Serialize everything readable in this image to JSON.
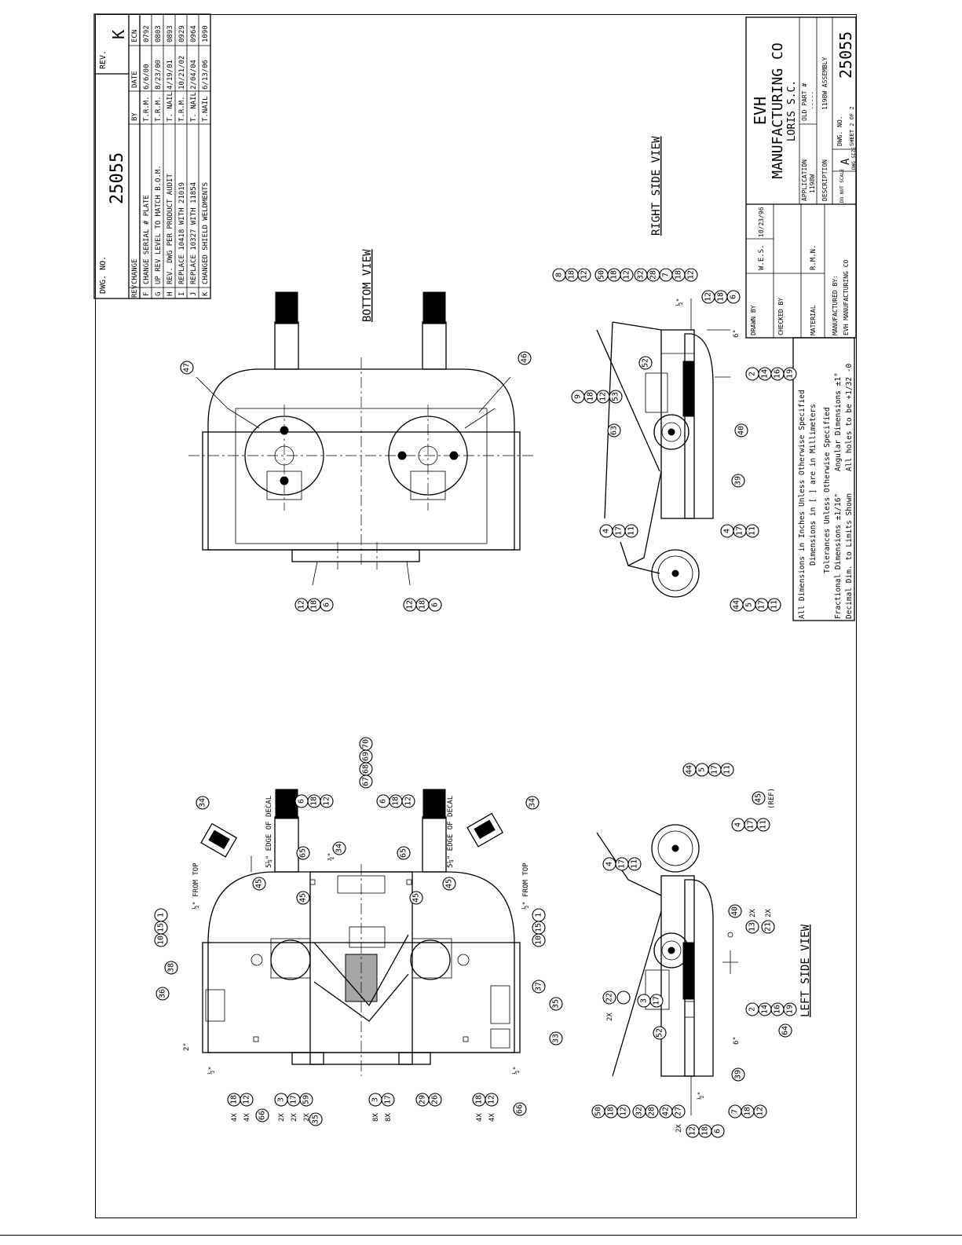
{
  "revision_block": {
    "dwg_no_label": "DWG. NO.",
    "dwg_no": "25055",
    "rev_label": "REV.",
    "rev": "K",
    "headers": [
      "REV",
      "CHANGE",
      "BY",
      "DATE",
      "ECN"
    ],
    "rows": [
      [
        "F",
        "CHANGE SERIAL # PLATE",
        "T.R.M.",
        "6/6/00",
        "0792"
      ],
      [
        "G",
        "UP REV LEVEL TO MATCH B.O.M.",
        "T.R.M.",
        "8/23/00",
        "0803"
      ],
      [
        "H",
        "REV. DWG PER PRODUCT AUDIT",
        "T. NAIL",
        "4/19/01",
        "0893"
      ],
      [
        "I",
        "REPLACE 10418 WITH 21019",
        "T.R.M.",
        "10/21/02",
        "0929"
      ],
      [
        "J",
        "REPLACE 10327 WITH 11854",
        "T. NAIL",
        "2/04/04",
        "0964"
      ],
      [
        "K",
        "CHANGED SHIELD WELDMENTS",
        "T.NAIL",
        "6/13/06",
        "1090"
      ]
    ]
  },
  "views": {
    "bottom": "BOTTOM VIEW",
    "right_side": "RIGHT SIDE VIEW",
    "left_side": "LEFT SIDE VIEW"
  },
  "notes": {
    "l1": "All Dimensions in Inches Unless Otherwise Specified",
    "l2": "Dimensions in [ ] are in Millimeters",
    "l3": "Tolerances Unless Otherwise Specified",
    "l4a": "Fractional Dimensions ±1/16\"",
    "l4b": "Angular Dimensions ±1°",
    "l5a": "Decimal Dim. to Limits Shown",
    "l5b": "All holes to be +1/32 -0"
  },
  "title_block": {
    "drawn_by_label": "DRAWN BY",
    "drawn_by": "W.E.S.",
    "drawn_date": "10/23/96",
    "checked_by_label": "CHECKED BY",
    "material_label": "MATERIAL",
    "material_by": "R.M.N.",
    "manufactured_by_label": "MANUFACTURED BY:",
    "manufactured_by": "EVH MANUFACTURING CO",
    "company_1": "EVH",
    "company_2": "MANUFACTURING CO",
    "company_3": "LORIS S.C.",
    "application_label": "APPLICATION",
    "application": "1198W",
    "old_part_label": "OLD PART #",
    "old_part": "-----",
    "description_label": "DESCRIPTION",
    "description": "1198W ASSEMBLY",
    "do_not_scale": "DO NOT SCALE",
    "dwg_size": "A",
    "dwg_size_label": "DWG SIZE",
    "dwg_no_label": "DWG. NO.",
    "dwg_no": "25055",
    "sheet": "SHEET 2 OF 2"
  },
  "callouts": {
    "edge_of_decal": "5¼\" EDGE OF DECAL",
    "from_top": "½\" FROM TOP",
    "dim_2": "2\"",
    "dim_half": "½\"",
    "dim_3_4": "¾\"",
    "dim_6": "6\"",
    "ref": "(REF)",
    "qty_4x": "4X",
    "qty_2x": "2X",
    "qty_8x": "8X"
  },
  "balloons": {
    "b1": "1",
    "b2": "2",
    "b3": "3",
    "b4": "4",
    "b5": "5",
    "b6": "6",
    "b7": "7",
    "b8": "8",
    "b9": "9",
    "b10": "10",
    "b11": "11",
    "b12": "12",
    "b13": "13",
    "b14": "14",
    "b15": "15",
    "b16": "16",
    "b17": "17",
    "b18": "18",
    "b19": "19",
    "b21": "21",
    "b22": "22",
    "b26": "26",
    "b27": "27",
    "b28": "28",
    "b29": "29",
    "b32": "32",
    "b33": "33",
    "b34": "34",
    "b35": "35",
    "b36": "36",
    "b37": "37",
    "b38": "38",
    "b39": "39",
    "b40": "40",
    "b42": "42",
    "b44": "44",
    "b45": "45",
    "b46": "46",
    "b47": "47",
    "b50": "50",
    "b52": "52",
    "b53": "53",
    "b59": "59",
    "b63": "63",
    "b64": "64",
    "b65": "65",
    "b66": "66",
    "b67": "67",
    "b68": "68",
    "b69": "69",
    "b70": "70"
  }
}
